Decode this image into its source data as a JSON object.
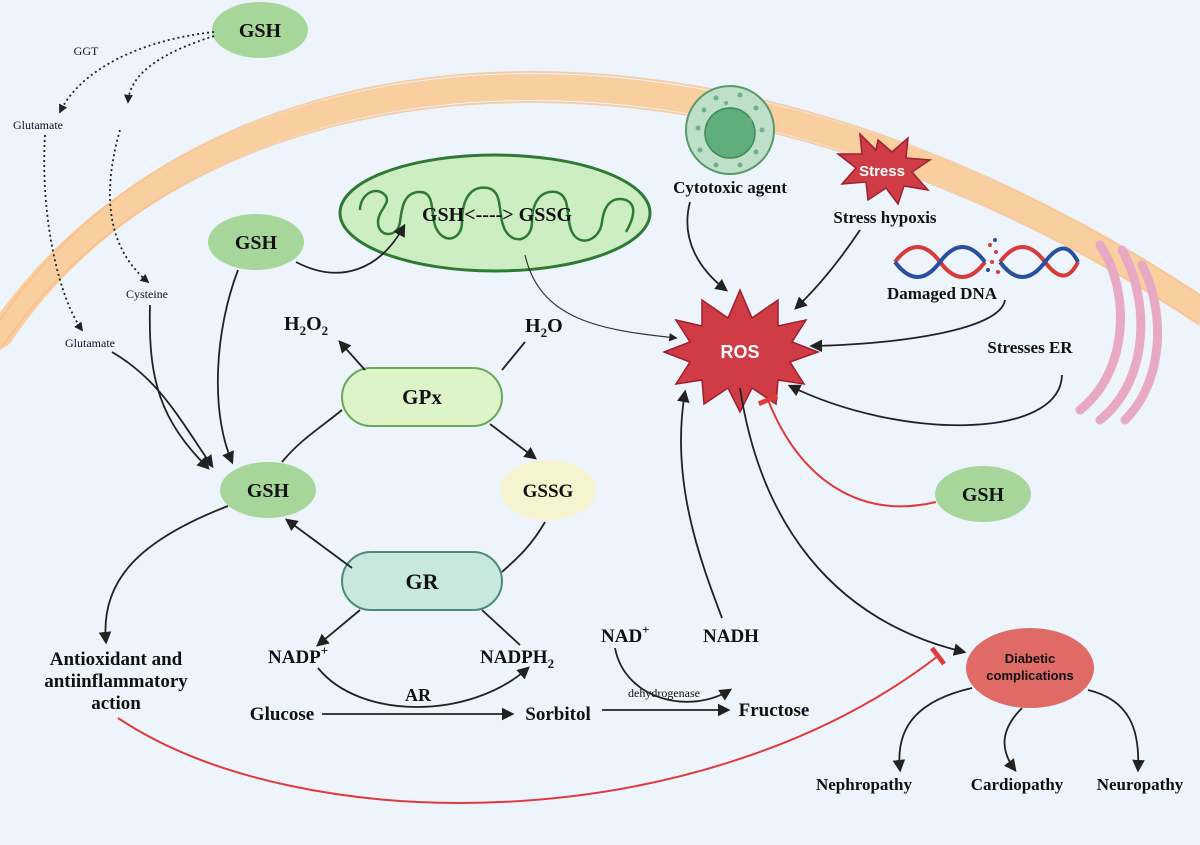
{
  "nodes": {
    "gsh_top": "GSH",
    "gsh_left": "GSH",
    "gsh_center": "GSH",
    "gsh_right": "GSH",
    "gpx": "GPx",
    "gr": "GR",
    "gssg": "GSSG",
    "mito_text": "GSH<----> GSSG",
    "ros": "ROS",
    "stress": "Stress",
    "diabetic_line1": "Diabetic",
    "diabetic_line2": "complications"
  },
  "labels": {
    "ggt": "GGT",
    "glutamate_top": "Glutamate",
    "cysteine": "Cysteine",
    "glutamate_bottom": "Glutamate",
    "h2o2_main": "H",
    "h2o2_sub1": "2",
    "h2o2_o": "O",
    "h2o2_sub2": "2",
    "h2o_main": "H",
    "h2o_sub": "2",
    "h2o_o": "O",
    "cytotoxic": "Cytotoxic agent",
    "stress_hypoxis": "Stress hypoxis",
    "damaged_dna": "Damaged DNA",
    "stresses_er": "Stresses ER",
    "antioxidant_1": "Antioxidant and",
    "antioxidant_2": "antiinflammatory",
    "antioxidant_3": "action",
    "nadp_plus": "NADP",
    "nadp_sup": "+",
    "nadph2": "NADPH",
    "nadph2_sub": "2",
    "nad_plus": "NAD",
    "nad_sup": "+",
    "nadh": "NADH",
    "glucose": "Glucose",
    "ar": "AR",
    "sorbitol": "Sorbitol",
    "dehydrogenase": "dehydrogenase",
    "fructose": "Fructose",
    "nephropathy": "Nephropathy",
    "cardiopathy": "Cardiopathy",
    "neuropathy": "Neuropathy"
  },
  "colors": {
    "background": "#eef4fc",
    "membrane": "#f9cfa0",
    "gsh_fill": "#a6d69a",
    "gpx_fill": "#ddf3c8",
    "gr_fill": "#c9e8dd",
    "gssg_fill": "#f6f3cf",
    "ros_fill": "#cf3c45",
    "diabetic_fill": "#e06a66",
    "inhibit_line": "#e03a3a"
  }
}
